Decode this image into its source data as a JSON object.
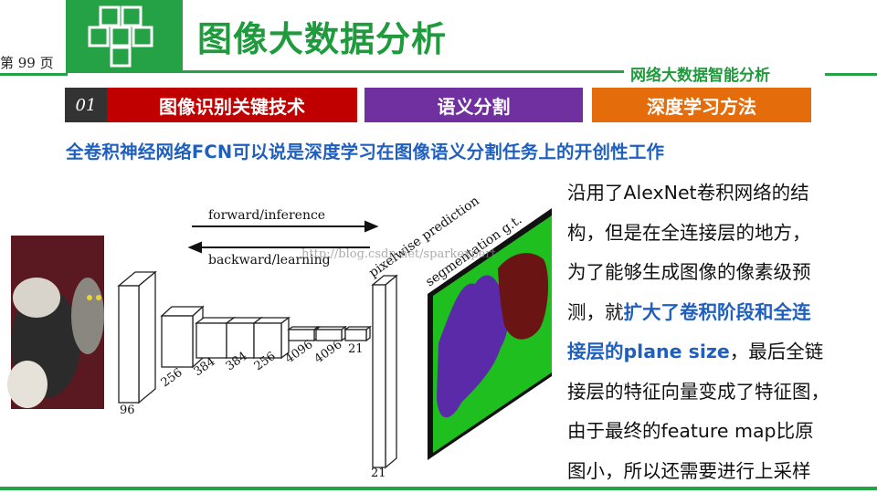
{
  "page": {
    "number_label": "第 99 页"
  },
  "header": {
    "title": "图像大数据分析",
    "subtitle": "网络大数据智能分析"
  },
  "tabs": [
    {
      "label": "01"
    },
    {
      "label": "图像识别关键技术"
    },
    {
      "label": "语义分割"
    },
    {
      "label": "深度学习方法"
    }
  ],
  "headline": "全卷积神经网络FCN可以说是深度学习在图像语义分割任务上的开创性工作",
  "figure": {
    "forward_label": "forward/inference",
    "backward_label": "backward/learning",
    "pixelwise_label": "pixelwise prediction",
    "segmentation_label": "segmentation g.t.",
    "watermark": "http://blog.csdn.net/sparkexpert",
    "layer_labels": [
      "96",
      "256",
      "384",
      "384",
      "256",
      "4096",
      "4096",
      "21"
    ],
    "output_label": "21"
  },
  "body": {
    "line1": "沿用了AlexNet卷积网络的结",
    "line2": "构，但是在全连接层的地方，",
    "line3": "为了能够生成图像的像素级预",
    "line4_a": "测，就",
    "line4_b": "扩大了卷积阶段和全连",
    "line5_a": "接层的plane size",
    "line5_b": "，最后全链",
    "line6": "接层的特征向量变成了特征图，",
    "line7": "由于最终的feature map比原",
    "line8": "图小，所以还需要进行上采样"
  },
  "colors": {
    "green": "#25a245",
    "red": "#c00000",
    "purple": "#7030a0",
    "orange": "#e46c0a",
    "blue": "#1f5fbf"
  }
}
